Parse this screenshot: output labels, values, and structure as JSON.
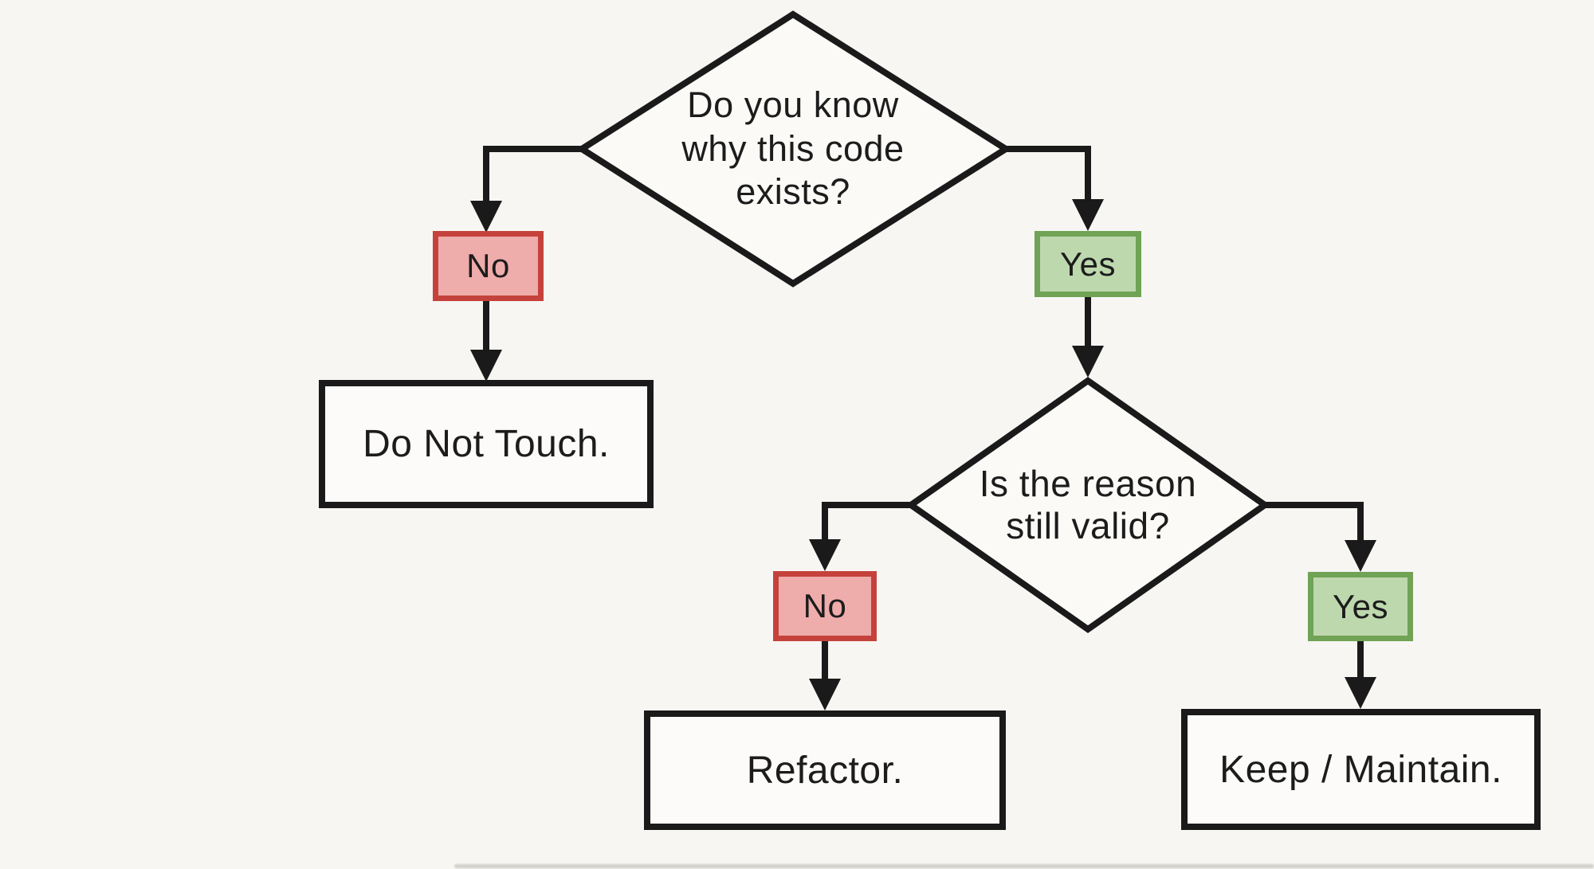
{
  "figure": {
    "type": "flowchart",
    "background": "#f7f6f3"
  },
  "colors": {
    "stroke": "#1a1a1a",
    "text": "#1c1c1c",
    "node_fill": "#fbfaf7",
    "no_fill": "#eeacaa",
    "no_border": "#c5423c",
    "yes_fill": "#bed8ae",
    "yes_border": "#70a355"
  },
  "nodes": {
    "decision_code_exists": {
      "label": "Do you know\nwhy this code\nexists?"
    },
    "branch_no_1": {
      "label": "No"
    },
    "branch_yes_1": {
      "label": "Yes"
    },
    "outcome_do_not_touch": {
      "label": "Do Not Touch."
    },
    "decision_reason_valid": {
      "label": "Is the reason\nstill valid?"
    },
    "branch_no_2": {
      "label": "No"
    },
    "branch_yes_2": {
      "label": "Yes"
    },
    "outcome_refactor": {
      "label": "Refactor."
    },
    "outcome_keep_maintain": {
      "label": "Keep / Maintain."
    }
  }
}
